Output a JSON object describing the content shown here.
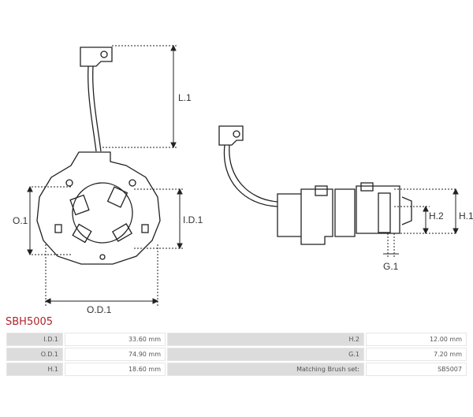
{
  "drawing": {
    "labels": {
      "l1": "L.1",
      "o1": "O.1",
      "id1": "I.D.1",
      "od1": "O.D.1",
      "h2": "H.2",
      "h1": "H.1",
      "g1": "G.1"
    }
  },
  "product": {
    "code": "SBH5005"
  },
  "specs": [
    {
      "label": "I.D.1",
      "value": "33.60 mm",
      "label2": "H.2",
      "value2": "12.00 mm"
    },
    {
      "label": "O.D.1",
      "value": "74.90 mm",
      "label2": "G.1",
      "value2": "7.20 mm"
    },
    {
      "label": "H.1",
      "value": "18.60 mm",
      "label2": "Matching Brush set:",
      "value2": "SB5007"
    }
  ]
}
